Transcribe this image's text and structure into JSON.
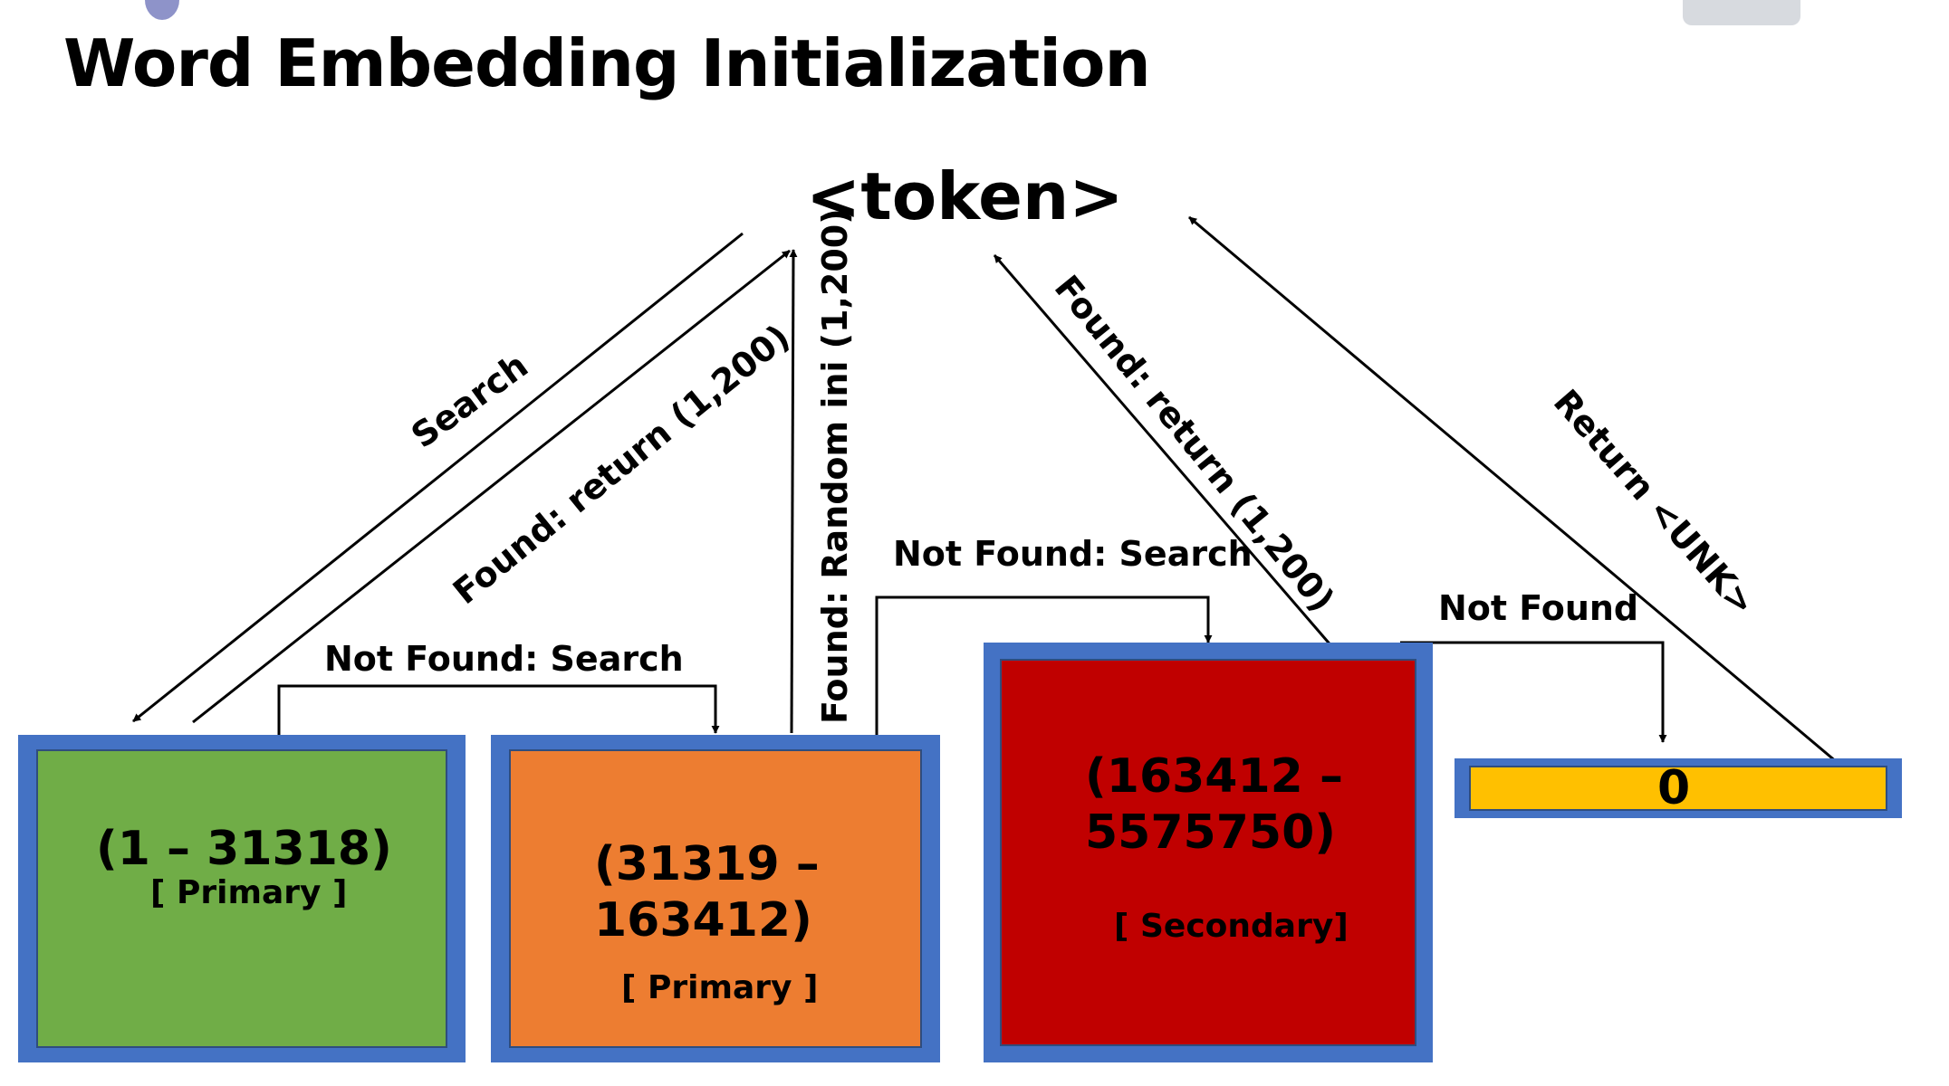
{
  "title": "Word Embedding Initialization",
  "token": "<token>",
  "boxes": [
    {
      "range": "(1 – 31318)",
      "tag": "[ Primary ]",
      "fill": "#70ad47"
    },
    {
      "range_line1": "(31319 –",
      "range_line2": "163412)",
      "tag": "[ Primary ]",
      "fill": "#ed7d31"
    },
    {
      "range_line1": "(163412 –",
      "range_line2": "5575750)",
      "tag": "[ Secondary]",
      "fill": "#c00000"
    },
    {
      "value": "0",
      "fill": "#ffc000"
    }
  ],
  "edges": {
    "search": "Search",
    "found_return_1": "Found: return (1,200)",
    "found_random": "Found: Random ini (1,200)",
    "not_found_search_1": "Not Found: Search",
    "not_found_search_2": "Not Found: Search",
    "found_return_2": "Found: return (1,200)",
    "not_found": "Not Found",
    "return_unk": "Return <UNK>"
  },
  "colors": {
    "box_border": "#4472c4",
    "arrow": "#000000"
  }
}
